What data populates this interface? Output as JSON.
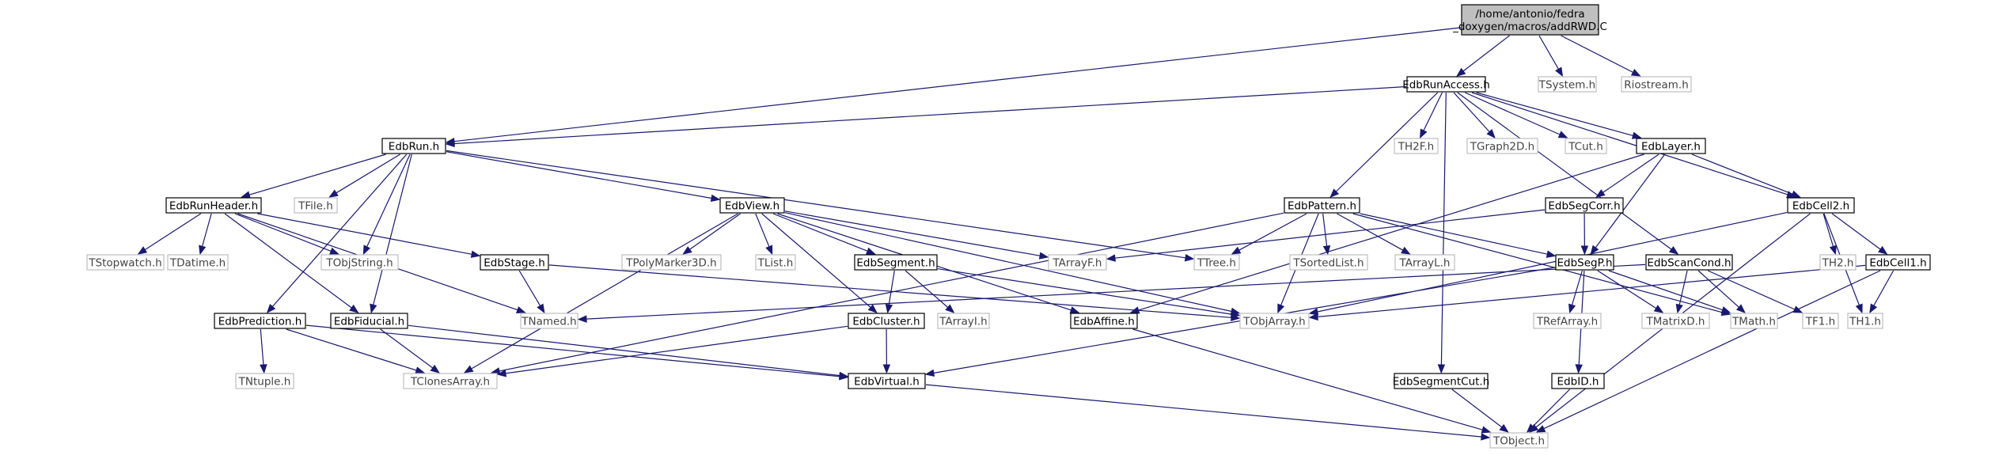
{
  "diagram": {
    "colors": {
      "edge": "#191970",
      "node_border": "#000000",
      "external_border": "#bfbfbf",
      "root_fill": "#bfbfbf",
      "background": "#ffffff"
    },
    "nodes": {
      "addrwd": {
        "lines": [
          "/home/antonio/fedra",
          "_doxygen/macros/addRWD.C"
        ],
        "kind": "root"
      },
      "EdbRunAccess": {
        "lines": [
          "EdbRunAccess.h"
        ],
        "kind": "internal"
      },
      "TSystem": {
        "lines": [
          "TSystem.h"
        ],
        "kind": "external"
      },
      "Riostream": {
        "lines": [
          "Riostream.h"
        ],
        "kind": "external"
      },
      "EdbRun": {
        "lines": [
          "EdbRun.h"
        ],
        "kind": "internal"
      },
      "TH2F": {
        "lines": [
          "TH2F.h"
        ],
        "kind": "external"
      },
      "TGraph2D": {
        "lines": [
          "TGraph2D.h"
        ],
        "kind": "external"
      },
      "TCut": {
        "lines": [
          "TCut.h"
        ],
        "kind": "external"
      },
      "EdbLayer": {
        "lines": [
          "EdbLayer.h"
        ],
        "kind": "internal"
      },
      "EdbRunHeader": {
        "lines": [
          "EdbRunHeader.h"
        ],
        "kind": "internal"
      },
      "TFile": {
        "lines": [
          "TFile.h"
        ],
        "kind": "external"
      },
      "EdbView": {
        "lines": [
          "EdbView.h"
        ],
        "kind": "internal"
      },
      "EdbPattern": {
        "lines": [
          "EdbPattern.h"
        ],
        "kind": "internal"
      },
      "EdbSegCorr": {
        "lines": [
          "EdbSegCorr.h"
        ],
        "kind": "internal"
      },
      "EdbCell2": {
        "lines": [
          "EdbCell2.h"
        ],
        "kind": "internal"
      },
      "TStopwatch": {
        "lines": [
          "TStopwatch.h"
        ],
        "kind": "external"
      },
      "TDatime": {
        "lines": [
          "TDatime.h"
        ],
        "kind": "external"
      },
      "TObjString": {
        "lines": [
          "TObjString.h"
        ],
        "kind": "external"
      },
      "EdbStage": {
        "lines": [
          "EdbStage.h"
        ],
        "kind": "internal"
      },
      "TPolyMarker3D": {
        "lines": [
          "TPolyMarker3D.h"
        ],
        "kind": "external"
      },
      "TList": {
        "lines": [
          "TList.h"
        ],
        "kind": "external"
      },
      "EdbSegment": {
        "lines": [
          "EdbSegment.h"
        ],
        "kind": "internal"
      },
      "TArrayF": {
        "lines": [
          "TArrayF.h"
        ],
        "kind": "external"
      },
      "TTree": {
        "lines": [
          "TTree.h"
        ],
        "kind": "external"
      },
      "TSortedList": {
        "lines": [
          "TSortedList.h"
        ],
        "kind": "external"
      },
      "TArrayL": {
        "lines": [
          "TArrayL.h"
        ],
        "kind": "external"
      },
      "EdbSegP": {
        "lines": [
          "EdbSegP.h"
        ],
        "kind": "internal"
      },
      "EdbScanCond": {
        "lines": [
          "EdbScanCond.h"
        ],
        "kind": "internal"
      },
      "TH2": {
        "lines": [
          "TH2.h"
        ],
        "kind": "external"
      },
      "EdbCell1": {
        "lines": [
          "EdbCell1.h"
        ],
        "kind": "internal"
      },
      "EdbPrediction": {
        "lines": [
          "EdbPrediction.h"
        ],
        "kind": "internal"
      },
      "EdbFiducial": {
        "lines": [
          "EdbFiducial.h"
        ],
        "kind": "internal"
      },
      "TNamed": {
        "lines": [
          "TNamed.h"
        ],
        "kind": "external"
      },
      "EdbCluster": {
        "lines": [
          "EdbCluster.h"
        ],
        "kind": "internal"
      },
      "TArrayI": {
        "lines": [
          "TArrayI.h"
        ],
        "kind": "external"
      },
      "EdbAffine": {
        "lines": [
          "EdbAffine.h"
        ],
        "kind": "internal"
      },
      "TObjArray": {
        "lines": [
          "TObjArray.h"
        ],
        "kind": "external"
      },
      "TRefArray": {
        "lines": [
          "TRefArray.h"
        ],
        "kind": "external"
      },
      "TMatrixD": {
        "lines": [
          "TMatrixD.h"
        ],
        "kind": "external"
      },
      "TMath": {
        "lines": [
          "TMath.h"
        ],
        "kind": "external"
      },
      "TF1": {
        "lines": [
          "TF1.h"
        ],
        "kind": "external"
      },
      "TH1": {
        "lines": [
          "TH1.h"
        ],
        "kind": "external"
      },
      "TNtuple": {
        "lines": [
          "TNtuple.h"
        ],
        "kind": "external"
      },
      "TClonesArray": {
        "lines": [
          "TClonesArray.h"
        ],
        "kind": "external"
      },
      "EdbVirtual": {
        "lines": [
          "EdbVirtual.h"
        ],
        "kind": "internal"
      },
      "EdbSegmentCut": {
        "lines": [
          "EdbSegmentCut.h"
        ],
        "kind": "internal"
      },
      "EdbID": {
        "lines": [
          "EdbID.h"
        ],
        "kind": "internal"
      },
      "TObject": {
        "lines": [
          "TObject.h"
        ],
        "kind": "external"
      }
    },
    "edges": [
      [
        "addrwd",
        "EdbRunAccess"
      ],
      [
        "addrwd",
        "TSystem"
      ],
      [
        "addrwd",
        "Riostream"
      ],
      [
        "addrwd",
        "EdbRun"
      ],
      [
        "EdbRunAccess",
        "EdbRun"
      ],
      [
        "EdbRunAccess",
        "TH2F"
      ],
      [
        "EdbRunAccess",
        "TGraph2D"
      ],
      [
        "EdbRunAccess",
        "TCut"
      ],
      [
        "EdbRunAccess",
        "EdbLayer"
      ],
      [
        "EdbRunAccess",
        "EdbCell2"
      ],
      [
        "EdbRunAccess",
        "EdbPattern"
      ],
      [
        "EdbRunAccess",
        "EdbScanCond"
      ],
      [
        "EdbRunAccess",
        "EdbSegmentCut"
      ],
      [
        "EdbRun",
        "EdbRunHeader"
      ],
      [
        "EdbRun",
        "TFile"
      ],
      [
        "EdbRun",
        "EdbView"
      ],
      [
        "EdbRun",
        "TObjString"
      ],
      [
        "EdbRun",
        "EdbFiducial"
      ],
      [
        "EdbRun",
        "EdbPrediction"
      ],
      [
        "EdbRun",
        "TTree"
      ],
      [
        "EdbRunHeader",
        "TStopwatch"
      ],
      [
        "EdbRunHeader",
        "TDatime"
      ],
      [
        "EdbRunHeader",
        "TObjString"
      ],
      [
        "EdbRunHeader",
        "EdbStage"
      ],
      [
        "EdbRunHeader",
        "EdbFiducial"
      ],
      [
        "EdbRunHeader",
        "TNamed"
      ],
      [
        "EdbView",
        "TPolyMarker3D"
      ],
      [
        "EdbView",
        "TList"
      ],
      [
        "EdbView",
        "EdbSegment"
      ],
      [
        "EdbView",
        "TArrayF"
      ],
      [
        "EdbView",
        "EdbCluster"
      ],
      [
        "EdbView",
        "EdbAffine"
      ],
      [
        "EdbView",
        "TClonesArray"
      ],
      [
        "EdbView",
        "TObjArray"
      ],
      [
        "EdbLayer",
        "EdbSegCorr"
      ],
      [
        "EdbLayer",
        "EdbCell2"
      ],
      [
        "EdbLayer",
        "EdbSegP"
      ],
      [
        "EdbLayer",
        "EdbAffine"
      ],
      [
        "EdbPattern",
        "TTree"
      ],
      [
        "EdbPattern",
        "TSortedList"
      ],
      [
        "EdbPattern",
        "TArrayL"
      ],
      [
        "EdbPattern",
        "EdbSegP"
      ],
      [
        "EdbPattern",
        "TObjArray"
      ],
      [
        "EdbPattern",
        "TMath"
      ],
      [
        "EdbPattern",
        "TClonesArray"
      ],
      [
        "EdbSegCorr",
        "EdbSegP"
      ],
      [
        "EdbSegCorr",
        "TArrayF"
      ],
      [
        "EdbCell2",
        "TH2"
      ],
      [
        "EdbCell2",
        "EdbCell1"
      ],
      [
        "EdbCell2",
        "TH1"
      ],
      [
        "EdbCell2",
        "TObject"
      ],
      [
        "EdbCell2",
        "TObjArray"
      ],
      [
        "EdbStage",
        "TNamed"
      ],
      [
        "EdbStage",
        "TObjArray"
      ],
      [
        "EdbSegment",
        "EdbCluster"
      ],
      [
        "EdbSegment",
        "TArrayI"
      ],
      [
        "EdbSegment",
        "TObjArray"
      ],
      [
        "EdbSegP",
        "TRefArray"
      ],
      [
        "EdbSegP",
        "TMatrixD"
      ],
      [
        "EdbSegP",
        "TMath"
      ],
      [
        "EdbSegP",
        "EdbID"
      ],
      [
        "EdbSegP",
        "EdbVirtual"
      ],
      [
        "EdbScanCond",
        "TMatrixD"
      ],
      [
        "EdbScanCond",
        "TMath"
      ],
      [
        "EdbScanCond",
        "TF1"
      ],
      [
        "EdbScanCond",
        "TNamed"
      ],
      [
        "EdbCell1",
        "TH1"
      ],
      [
        "EdbCell1",
        "TObjArray"
      ],
      [
        "EdbCell1",
        "TObject"
      ],
      [
        "EdbPrediction",
        "TNtuple"
      ],
      [
        "EdbPrediction",
        "TClonesArray"
      ],
      [
        "EdbPrediction",
        "EdbVirtual"
      ],
      [
        "EdbFiducial",
        "TClonesArray"
      ],
      [
        "EdbFiducial",
        "EdbVirtual"
      ],
      [
        "EdbCluster",
        "EdbVirtual"
      ],
      [
        "EdbCluster",
        "TClonesArray"
      ],
      [
        "EdbAffine",
        "TObject"
      ],
      [
        "EdbVirtual",
        "TObject"
      ],
      [
        "EdbSegmentCut",
        "TObject"
      ],
      [
        "EdbID",
        "TObject"
      ]
    ]
  }
}
